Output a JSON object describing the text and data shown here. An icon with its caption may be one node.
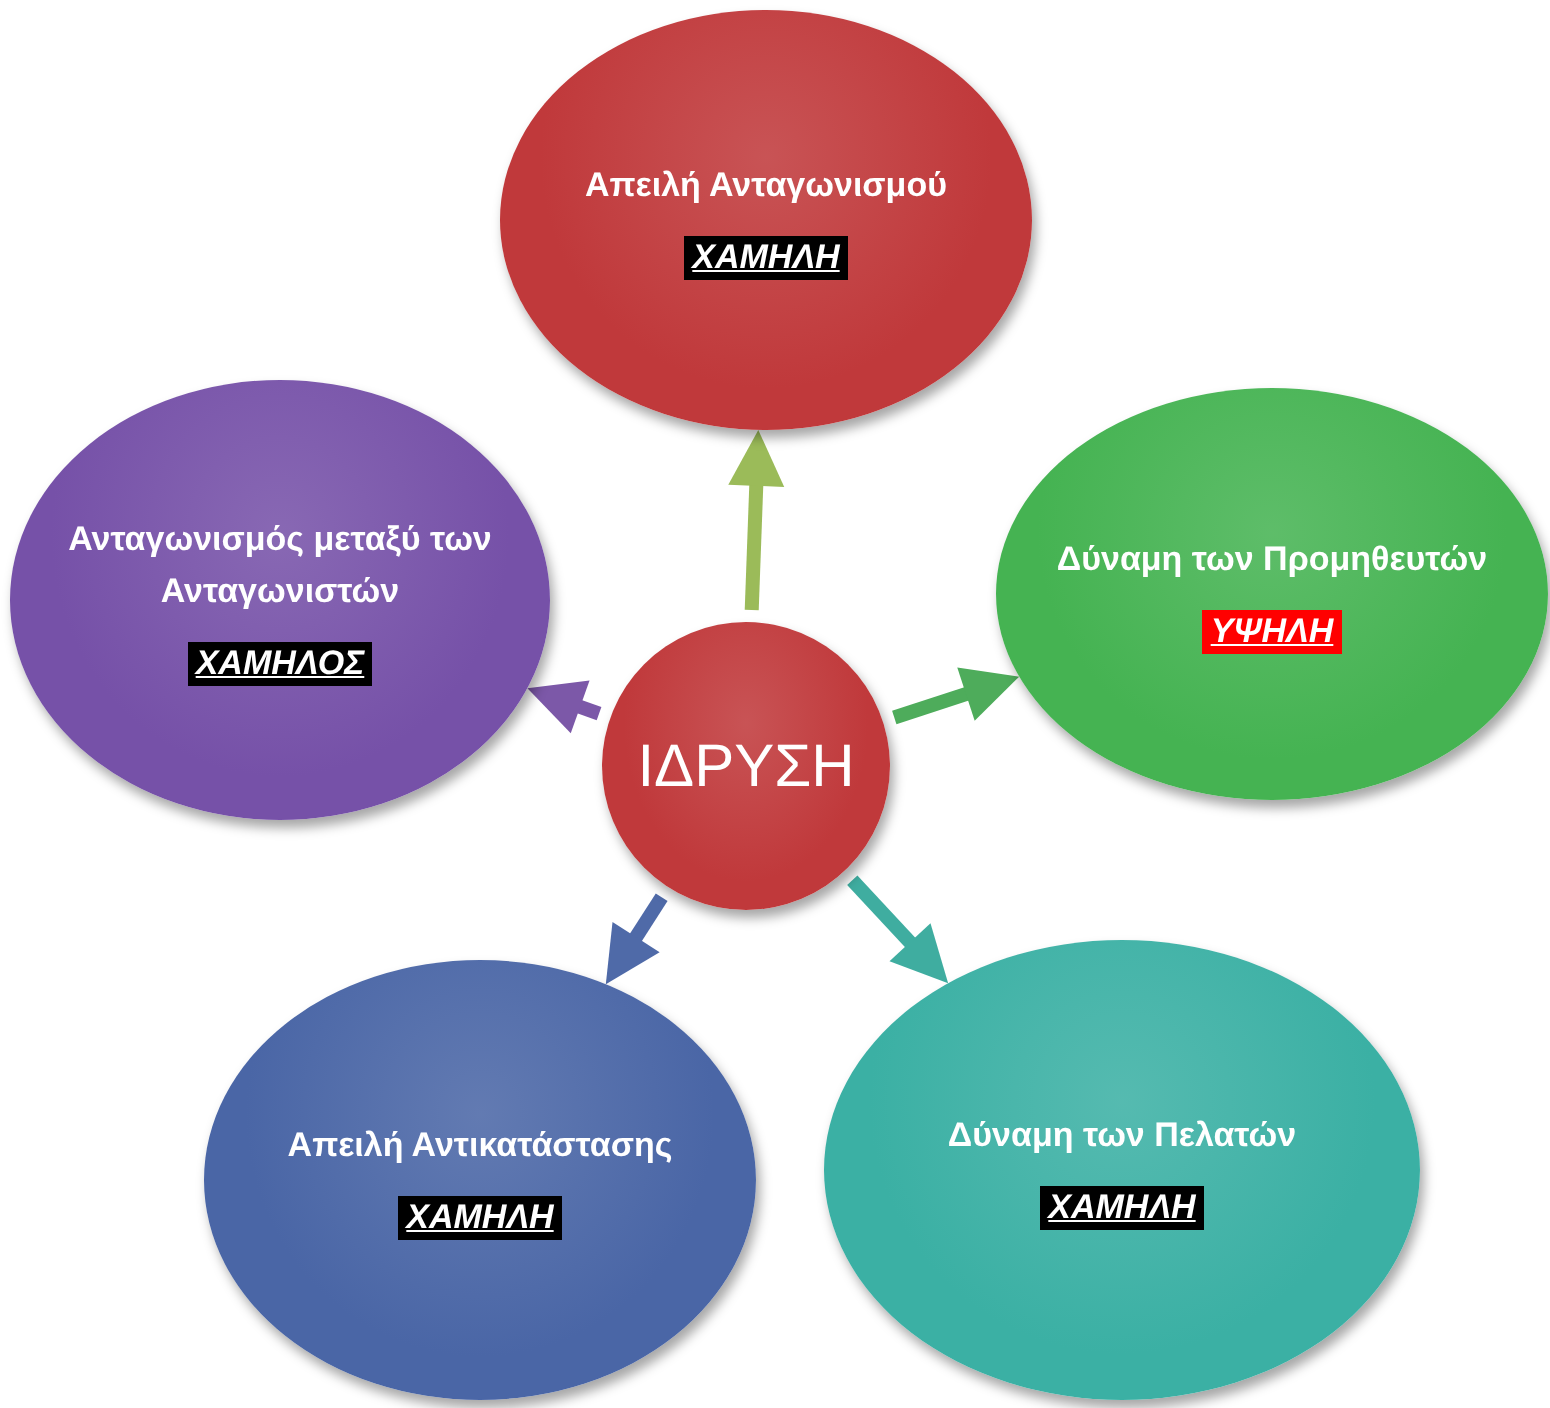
{
  "diagram": {
    "nodes": [
      {
        "text": [
          "Απειλή Ανταγωνισμού",
          "ΧΑΜΗΛΗ"
        ]
      },
      {
        "text": [
          "Ανταγωνισμός μεταξύ των Ανταγωνιστών",
          "ΧΑΜΗΛΟΣ"
        ]
      },
      {
        "text": [
          "Δύναμη των Προμηθευτών",
          "ΥΨΗΛΗ"
        ]
      },
      {
        "text": [
          "ΙΔΡΥΣΗ"
        ]
      },
      {
        "text": [
          "Απειλή Αντικατάστασης",
          "ΧΑΜΗΛΗ"
        ]
      },
      {
        "text": [
          "Δύναμη των Πελατών",
          "ΧΑΜΗΛΗ"
        ]
      }
    ],
    "edges": [
      {
        "from": 3,
        "to": 0,
        "arrow": "to",
        "color": "#9bbb59"
      },
      {
        "from": 3,
        "to": 2,
        "arrow": "to",
        "color": "#4eac5b"
      },
      {
        "from": 3,
        "to": 5,
        "arrow": "to",
        "color": "#3fada0"
      },
      {
        "from": 3,
        "to": 4,
        "arrow": "to",
        "color": "#4f6aa8"
      },
      {
        "from": 3,
        "to": 1,
        "arrow": "to",
        "color": "#7c58a8"
      }
    ]
  }
}
